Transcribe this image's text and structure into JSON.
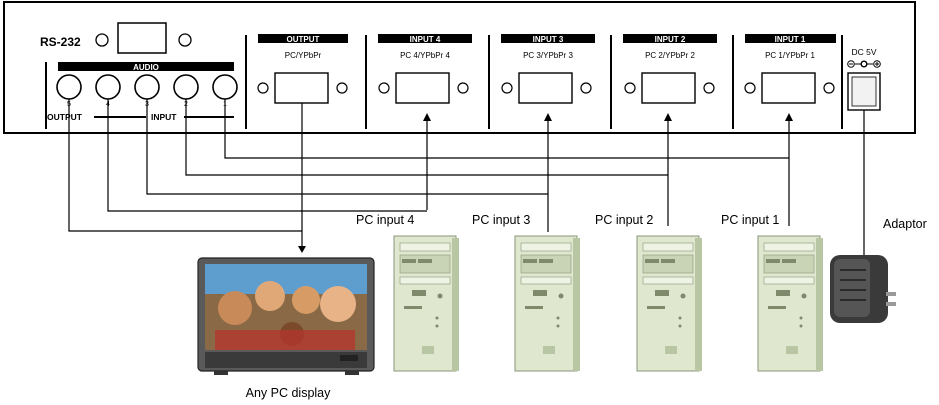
{
  "panel": {
    "rs232": "RS-232",
    "audio": "AUDIO",
    "output_label": "OUTPUT",
    "input_label": "INPUT",
    "jack_numbers": [
      "5",
      "4",
      "3",
      "2",
      "1"
    ],
    "dc": "DC 5V",
    "ports": [
      {
        "header": "OUTPUT",
        "sub": "PC/YPbPr"
      },
      {
        "header": "INPUT 4",
        "sub": "PC 4/YPbPr 4"
      },
      {
        "header": "INPUT 3",
        "sub": "PC 3/YPbPr 3"
      },
      {
        "header": "INPUT 2",
        "sub": "PC 2/YPbPr 2"
      },
      {
        "header": "INPUT 1",
        "sub": "PC 1/YPbPr 1"
      }
    ]
  },
  "devices": {
    "pc_inputs": [
      "PC input 4",
      "PC input 3",
      "PC input 2",
      "PC input 1"
    ],
    "adaptor": "Adaptor",
    "display": "Any PC display"
  },
  "colors": {
    "pc_body": "#dfe8cf",
    "pc_shade": "#b9c6a4",
    "adaptor": "#3a3a3a"
  }
}
